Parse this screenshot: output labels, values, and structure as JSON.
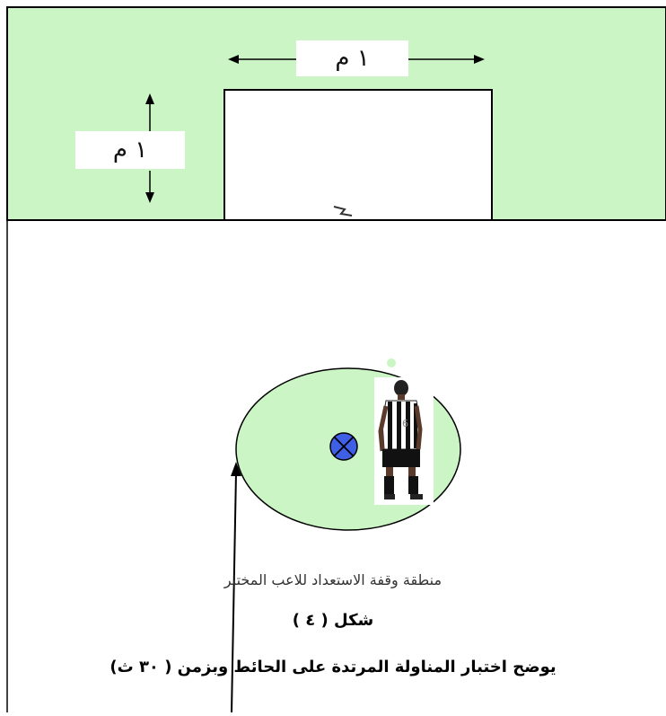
{
  "colors": {
    "field": "#ccf5c6",
    "wall": "#ffffff",
    "marker_fill": "#3f5fe6",
    "line": "#000000"
  },
  "dimensions": {
    "width_label": "١ م",
    "height_label": "١ م"
  },
  "zone_label": "منطقة وقفة الاستعداد للاعب المختبر",
  "figure_label": "شكل ( ٤ )",
  "caption": "يوضح اختبار المناولة المرتدة على الحائط وبزمن ( ٣٠ ث)",
  "icons": {
    "marker": "circled-x-icon",
    "player": "player-icon",
    "ball": "ball-icon"
  }
}
